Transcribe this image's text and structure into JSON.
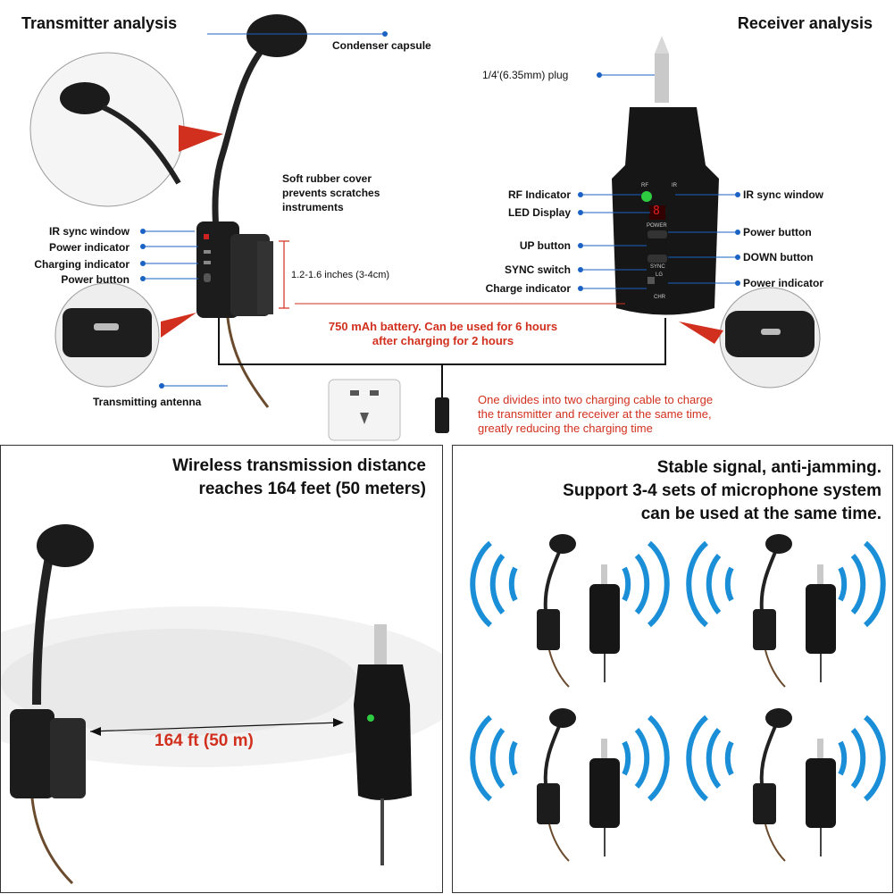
{
  "top": {
    "left_title": "Transmitter analysis",
    "right_title": "Receiver analysis",
    "transmitter_labels": {
      "condenser": "Condenser capsule",
      "rubber_cover": "Soft rubber cover\nprevents scratches\ninstruments",
      "clip_size": "1.2-1.6 inches (3-4cm)",
      "ir_sync": "IR sync window",
      "power_indicator": "Power indicator",
      "charging_indicator": "Charging indicator",
      "power_button": "Power button",
      "antenna": "Transmitting antenna"
    },
    "receiver_labels": {
      "plug": "1/4'(6.35mm) plug",
      "rf": "RF Indicator",
      "led": "LED Display",
      "up": "UP button",
      "sync": "SYNC switch",
      "charge": "Charge indicator",
      "ir_sync": "IR sync window",
      "power_button": "Power button",
      "down": "DOWN button",
      "power_indicator": "Power indicator"
    },
    "battery_note": "750 mAh battery. Can be used for 6 hours\nafter charging for 2 hours",
    "cable_note": "One divides into two charging cable to charge\nthe transmitter and receiver at the same time,\ngreatly reducing the charging time",
    "receiver_text": {
      "rf": "RF",
      "ir": "IR",
      "digit": "8",
      "power": "POWER",
      "sync": "SYNC",
      "lg": "LG",
      "chr": "CHR"
    }
  },
  "bottom_left": {
    "heading": "Wireless transmission distance\nreaches 164 feet (50 meters)",
    "distance": "164 ft (50 m)"
  },
  "bottom_right": {
    "heading": "Stable signal, anti-jamming.\nSupport 3-4 sets of microphone system\ncan be used at the same time.",
    "signal_color": "#1a8fd8"
  },
  "colors": {
    "accent_red": "#d2301e",
    "callout_blue": "#1a62c4"
  }
}
